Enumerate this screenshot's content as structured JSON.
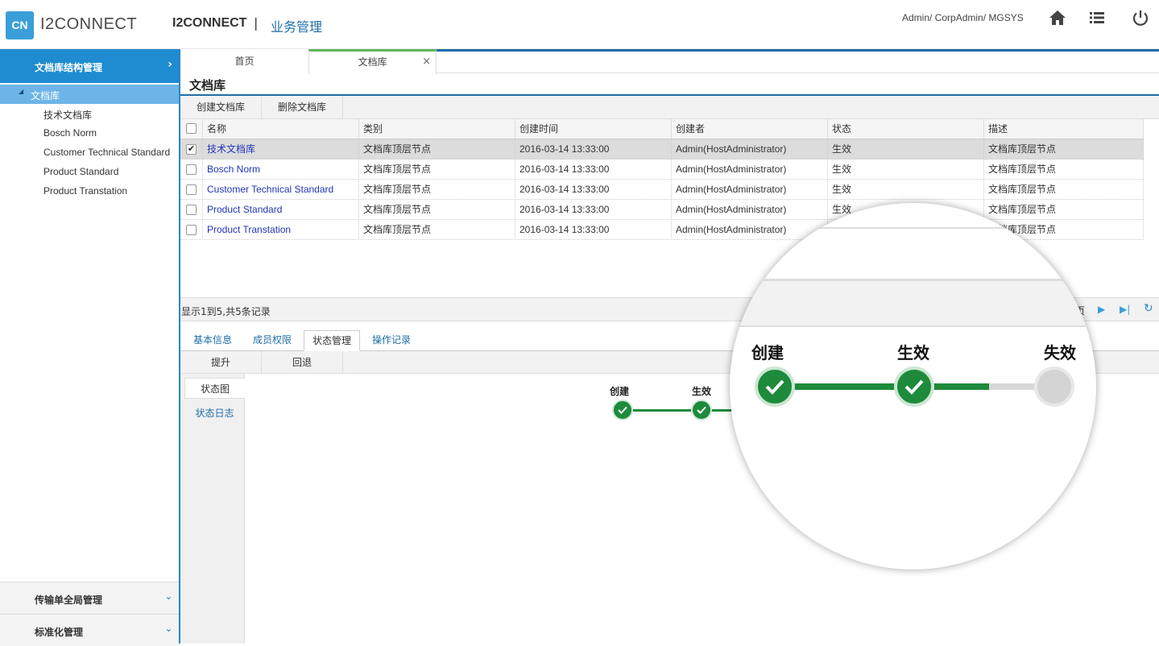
{
  "header": {
    "logo_mark": "CN",
    "logo_text": "I2CONNECT",
    "app_name": "I2CONNECT",
    "separator": "|",
    "module": "业务管理",
    "user_path": "Admin/ CorpAdmin/ MGSYS",
    "icons": [
      "home-icon",
      "list-icon",
      "power-icon"
    ]
  },
  "sidebar": {
    "title": "文档库结构管理",
    "root": "文档库",
    "items": [
      "技术文档库",
      "Bosch Norm",
      "Customer Technical Standard",
      "Product Standard",
      "Product Transtation"
    ],
    "sections": [
      "传输单全局管理",
      "标准化管理"
    ]
  },
  "tabs": [
    {
      "label": "首页"
    },
    {
      "label": "文档库",
      "close": "×"
    }
  ],
  "page_title": "文档库",
  "toolbar": {
    "create": "创建文档库",
    "delete": "删除文档库"
  },
  "grid": {
    "columns": [
      "名称",
      "类别",
      "创建时间",
      "创建者",
      "状态",
      "描述"
    ],
    "rows": [
      [
        "技术文档库",
        "文档库顶层节点",
        "2016-03-14 13:33:00",
        "Admin(HostAdministrator)",
        "生效",
        "文档库顶层节点"
      ],
      [
        "Bosch Norm",
        "文档库顶层节点",
        "2016-03-14 13:33:00",
        "Admin(HostAdministrator)",
        "生效",
        "文档库顶层节点"
      ],
      [
        "Customer Technical Standard",
        "文档库顶层节点",
        "2016-03-14 13:33:00",
        "Admin(HostAdministrator)",
        "生效",
        "文档库顶层节点"
      ],
      [
        "Product Standard",
        "文档库顶层节点",
        "2016-03-14 13:33:00",
        "Admin(HostAdministrator)",
        "生效",
        "文档库顶层节点"
      ],
      [
        "Product Transtation",
        "文档库顶层节点",
        "2016-03-14 13:33:00",
        "Admin(HostAdministrator)",
        "",
        "文档库顶层节点"
      ]
    ],
    "selected_row": 0,
    "check_mark": "✔"
  },
  "pager": {
    "text": "显示1到5,共5条记录",
    "page_suffix": "页"
  },
  "subtabs": [
    "基本信息",
    "成员权限",
    "状态管理",
    "操作记录"
  ],
  "subtoolbar": {
    "promote": "提升",
    "rollback": "回退"
  },
  "vtabs": [
    "状态图",
    "状态日志"
  ],
  "status_flow": {
    "states": [
      "创建",
      "生效",
      "失效"
    ],
    "completed": 2,
    "colors": {
      "done": "#1e8a3c",
      "pending": "#d0d0d0"
    }
  }
}
